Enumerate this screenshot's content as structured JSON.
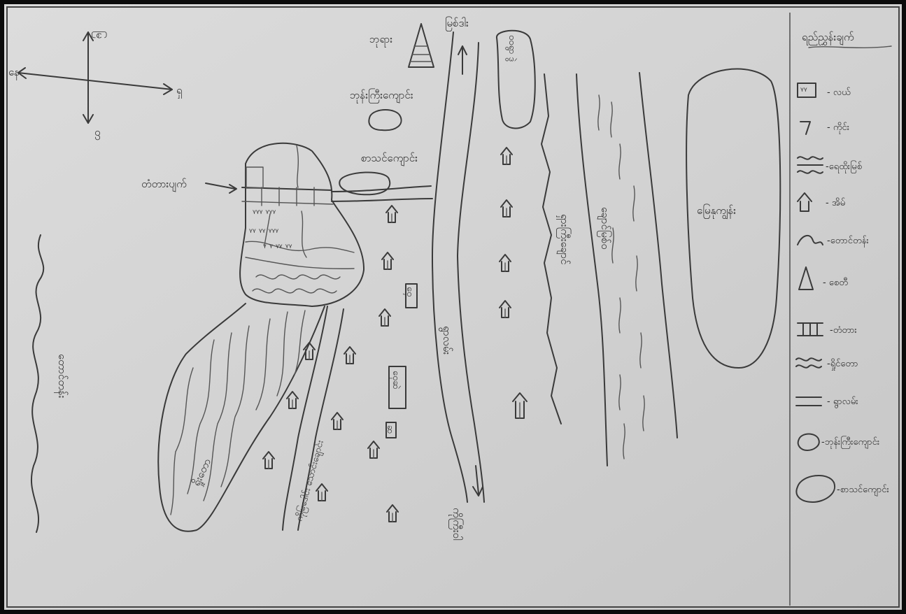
{
  "labels": {
    "compass_north": "မြ",
    "compass_south": "တ",
    "compass_east": "ရှ",
    "compass_west": "နေ",
    "pagoda": "ဘုရား",
    "highway": "မြစ်ဒါး",
    "monastery": "ဘုန်းကြီးကျောင်း",
    "school": "စာသင်ကျောင်း",
    "ferry": "တံတားပျက်",
    "village_top": "ဝဝရွာ ဒွဲ",
    "river_a": "ရှားကြီးချောင်",
    "river_b": "ချောင်မြစ်ဝ",
    "lake": "မြေနုကျွန်း",
    "mountain": "တောင်တန်း",
    "forest": "ရှိုးတော",
    "road_main": "ရွာလမ်း",
    "road_south": "ကိုကြီးဝါ",
    "stream_label": "ကိုမြဒေါင်း သောင်းချောင်း",
    "building_1": "ဝှေ",
    "building_2": "ဝှေဆဲ",
    "building_3": "ဆ"
  },
  "legend": {
    "title": "ရည်ညွှန်းချက်",
    "items": [
      {
        "symbol": "field-icon",
        "label": "- လယ်"
      },
      {
        "symbol": "flag-icon",
        "label": "- ကိုင်း"
      },
      {
        "symbol": "river-icon",
        "label": "-ရေထိုးမြစ်"
      },
      {
        "symbol": "house-icon",
        "label": "- အိမ်"
      },
      {
        "symbol": "mountain-icon",
        "label": "-တောင်တန်း"
      },
      {
        "symbol": "pagoda-icon",
        "label": "- စေတီ"
      },
      {
        "symbol": "bridge-icon",
        "label": "-တံတား"
      },
      {
        "symbol": "forest-icon",
        "label": "-ရှိုင်တော"
      },
      {
        "symbol": "road-icon",
        "label": "- ရွာလမ်း"
      },
      {
        "symbol": "pond-icon",
        "label": "-ဘုန်းကြီးကျောင်း"
      },
      {
        "symbol": "school-icon",
        "label": "-စာသင်ကျောင်း"
      }
    ]
  }
}
